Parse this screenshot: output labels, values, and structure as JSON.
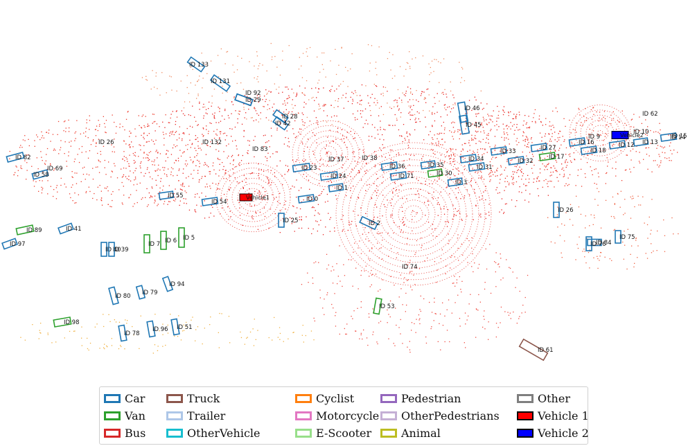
{
  "legend": {
    "items": [
      {
        "label": "Car",
        "color": "#1f77b4",
        "filled": false
      },
      {
        "label": "Truck",
        "color": "#8c564b",
        "filled": false
      },
      {
        "label": "Cyclist",
        "color": "#ff7f0e",
        "filled": false
      },
      {
        "label": "Pedestrian",
        "color": "#9467bd",
        "filled": false
      },
      {
        "label": "Other",
        "color": "#7f7f7f",
        "filled": false
      },
      {
        "label": "Van",
        "color": "#2ca02c",
        "filled": false
      },
      {
        "label": "Trailer",
        "color": "#aec7e8",
        "filled": false
      },
      {
        "label": "Motorcycle",
        "color": "#e377c2",
        "filled": false
      },
      {
        "label": "OtherPedestrians",
        "color": "#c5b0d5",
        "filled": false
      },
      {
        "label": "Vehicle 1",
        "color": "#ff0000",
        "filled": true
      },
      {
        "label": "Bus",
        "color": "#d62728",
        "filled": false
      },
      {
        "label": "OtherVehicle",
        "color": "#17becf",
        "filled": false
      },
      {
        "label": "E-Scooter",
        "color": "#98df8a",
        "filled": false
      },
      {
        "label": "Animal",
        "color": "#bcbd22",
        "filled": false
      },
      {
        "label": "Vehicle 2",
        "color": "#0000ff",
        "filled": true
      }
    ]
  },
  "scene": {
    "objects": [
      {
        "id": "ID 133",
        "cls": "Car"
      },
      {
        "id": "ID 131",
        "cls": "Car"
      },
      {
        "id": "ID 92",
        "cls": "Car"
      },
      {
        "id": "ID 29",
        "cls": "Car"
      },
      {
        "id": "ID 28",
        "cls": "Car"
      },
      {
        "id": "ID 42",
        "cls": "Car"
      },
      {
        "id": "ID 132",
        "cls": "Car"
      },
      {
        "id": "ID 83",
        "cls": "Car"
      },
      {
        "id": "ID 26",
        "cls": "Car"
      },
      {
        "id": "ID 82",
        "cls": "Car"
      },
      {
        "id": "ID 69",
        "cls": "Car"
      },
      {
        "id": "ID 58",
        "cls": "Car"
      },
      {
        "id": "ID 23",
        "cls": "Car"
      },
      {
        "id": "ID 37",
        "cls": "Cyclist"
      },
      {
        "id": "ID 38",
        "cls": "Car"
      },
      {
        "id": "ID 36",
        "cls": "Car"
      },
      {
        "id": "ID 24",
        "cls": "Car"
      },
      {
        "id": "ID 71",
        "cls": "Car"
      },
      {
        "id": "ID 35",
        "cls": "Car"
      },
      {
        "id": "ID 30",
        "cls": "Van"
      },
      {
        "id": "ID 46",
        "cls": "Car"
      },
      {
        "id": "ID 45",
        "cls": "Car"
      },
      {
        "id": "ID 34",
        "cls": "Car"
      },
      {
        "id": "ID 31",
        "cls": "Car"
      },
      {
        "id": "ID 3",
        "cls": "Car"
      },
      {
        "id": "ID 1",
        "cls": "Car"
      },
      {
        "id": "ID 0",
        "cls": "Car"
      },
      {
        "id": "ID 55",
        "cls": "Car"
      },
      {
        "id": "ID 54",
        "cls": "Car"
      },
      {
        "id": "ID 25",
        "cls": "Car"
      },
      {
        "id": "ID 2",
        "cls": "Car"
      },
      {
        "id": "ID 33",
        "cls": "Car"
      },
      {
        "id": "ID 27",
        "cls": "Car"
      },
      {
        "id": "ID 32",
        "cls": "Car"
      },
      {
        "id": "ID 17",
        "cls": "Van"
      },
      {
        "id": "ID 16",
        "cls": "Car"
      },
      {
        "id": "ID 9",
        "cls": "Car"
      },
      {
        "id": "ID 10",
        "cls": "Car"
      },
      {
        "id": "ID 12",
        "cls": "Car"
      },
      {
        "id": "ID 13",
        "cls": "Car"
      },
      {
        "id": "ID 14",
        "cls": "Car"
      },
      {
        "id": "ID 18",
        "cls": "Car"
      },
      {
        "id": "ID 62",
        "cls": "Car"
      },
      {
        "id": "ID 26",
        "cls": "Car"
      },
      {
        "id": "ID 89",
        "cls": "Van"
      },
      {
        "id": "ID 41",
        "cls": "Car"
      },
      {
        "id": "ID 97",
        "cls": "Car"
      },
      {
        "id": "ID 40",
        "cls": "Car"
      },
      {
        "id": "ID 39",
        "cls": "Car"
      },
      {
        "id": "ID 7",
        "cls": "Van"
      },
      {
        "id": "ID 6",
        "cls": "Van"
      },
      {
        "id": "ID 5",
        "cls": "Van"
      },
      {
        "id": "ID 84",
        "cls": "Car"
      },
      {
        "id": "ID 75",
        "cls": "Car"
      },
      {
        "id": "ID 76",
        "cls": "Car"
      },
      {
        "id": "ID 80",
        "cls": "Car"
      },
      {
        "id": "ID 79",
        "cls": "Car"
      },
      {
        "id": "ID 94",
        "cls": "Car"
      },
      {
        "id": "ID 98",
        "cls": "Van"
      },
      {
        "id": "ID 78",
        "cls": "Car"
      },
      {
        "id": "ID 96",
        "cls": "Car"
      },
      {
        "id": "ID 51",
        "cls": "Car"
      },
      {
        "id": "ID 74",
        "cls": "Car"
      },
      {
        "id": "ID 53",
        "cls": "Van"
      },
      {
        "id": "ID 61",
        "cls": "Truck"
      },
      {
        "id": "ID 15",
        "cls": "Car"
      }
    ],
    "ego": [
      {
        "label": "Vehicle1",
        "cls": "Vehicle 1"
      },
      {
        "label": "Vehicle2",
        "cls": "Vehicle 2"
      }
    ]
  }
}
